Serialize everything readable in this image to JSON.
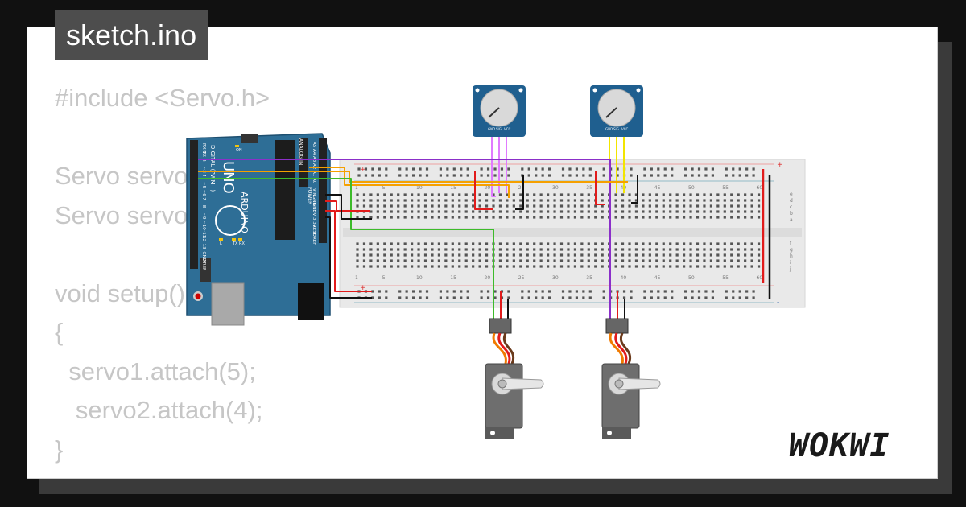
{
  "tab": {
    "title": "sketch.ino"
  },
  "code_lines": [
    "#include <Servo.h>",
    "",
    "Servo servo1;",
    "Servo servo2;",
    "",
    "void setup()",
    "{",
    "  servo1.attach(5);",
    "   servo2.attach(4);",
    "}"
  ],
  "brand": {
    "name": "WOKWI"
  },
  "board": {
    "logo": "UNO",
    "brand": "ARDUINO",
    "digital_label": "DIGITAL (PWM~)",
    "analog_label": "ANALOG IN",
    "power_label": "POWER",
    "digital_pins": [
      "RX 0",
      "TX 1",
      "2",
      "~3",
      "4",
      "~5",
      "~6",
      "7",
      "8",
      "~9",
      "~10",
      "~11",
      "12",
      "13",
      "GND",
      "AREF"
    ],
    "analog_pins": [
      "A5",
      "A4",
      "A3",
      "A2",
      "A1",
      "A0"
    ],
    "power_pins": [
      "VIN",
      "GND",
      "GND",
      "5V",
      "3.3V",
      "RESET",
      "IOREF"
    ],
    "led_labels": [
      "L",
      "TX",
      "RX",
      "ON"
    ]
  },
  "breadboard": {
    "column_numbers": [
      "1",
      "5",
      "10",
      "15",
      "20",
      "25",
      "30",
      "35",
      "40",
      "45",
      "50",
      "55",
      "60"
    ],
    "row_letters_top": [
      "j",
      "i",
      "h",
      "g",
      "f"
    ],
    "row_letters_bottom": [
      "e",
      "d",
      "c",
      "b",
      "a"
    ],
    "rail_signs": [
      "+",
      "-"
    ]
  },
  "potentiometer_pins": [
    "GND",
    "SIG",
    "VCC"
  ],
  "colors": {
    "wire_purple": "#8b2fc9",
    "wire_orange": "#f5a000",
    "wire_green": "#3dbb2a",
    "wire_red": "#e11b1b",
    "wire_black": "#111111",
    "wire_pink": "#e07bff",
    "wire_yellow": "#f2e500",
    "board_blue": "#2e6e96",
    "pot_blue": "#1f5f8f"
  }
}
